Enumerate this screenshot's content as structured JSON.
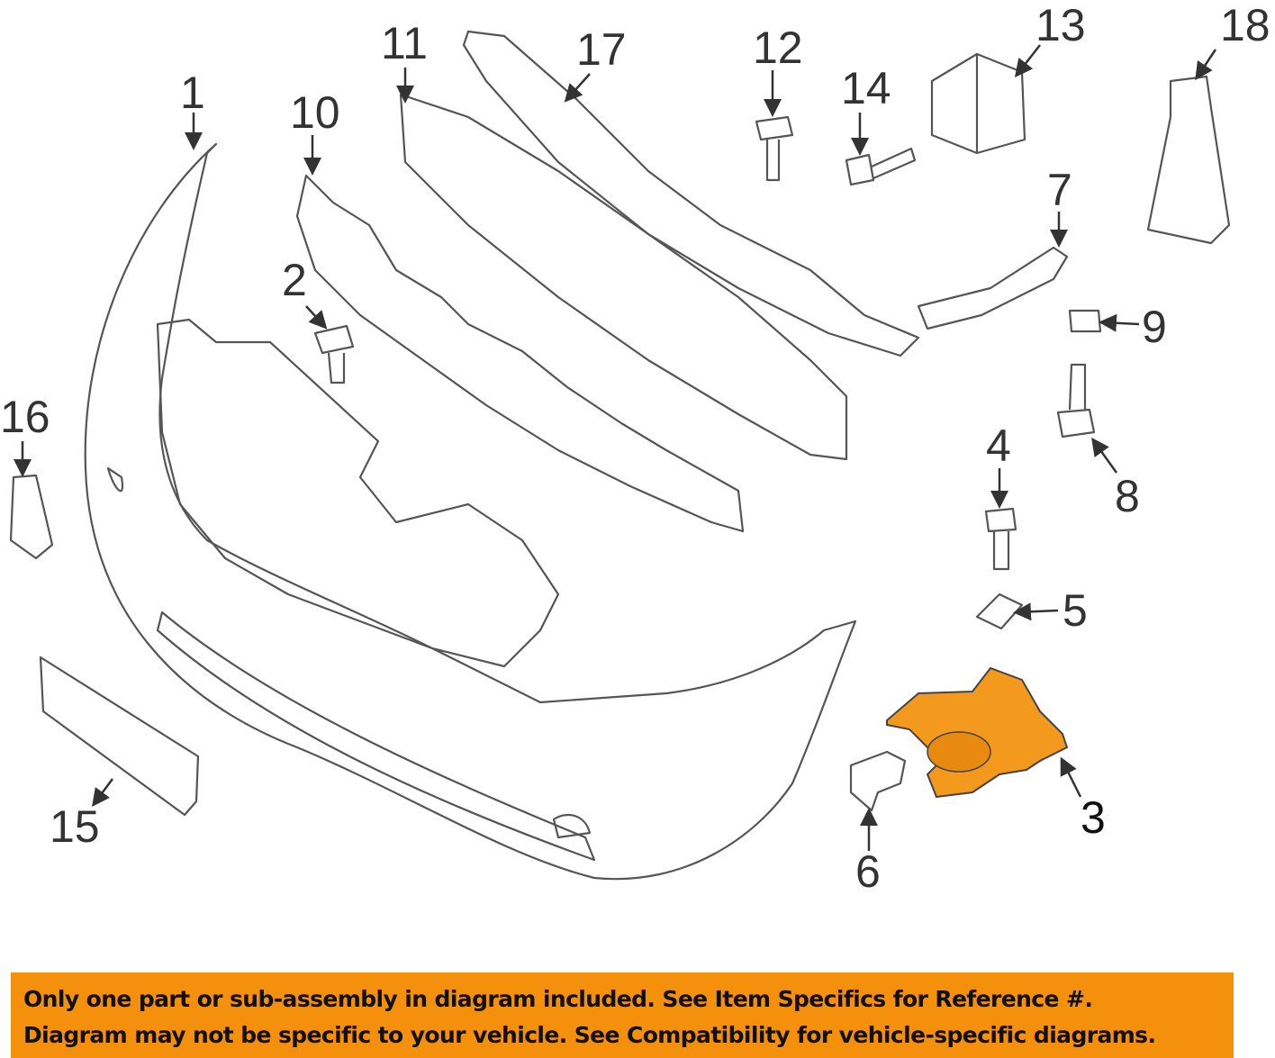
{
  "diagram": {
    "callouts": [
      "1",
      "2",
      "3",
      "4",
      "5",
      "6",
      "7",
      "8",
      "9",
      "10",
      "11",
      "12",
      "13",
      "14",
      "15",
      "16",
      "17",
      "18"
    ],
    "highlighted_part": "3",
    "highlight_color": "#F39A1E"
  },
  "banner": {
    "line1": "Only one part or sub-assembly in diagram included. See Item Specifics for Reference #.",
    "line2": "Diagram may not be specific to your vehicle. See Compatibility for vehicle-specific diagrams.",
    "color": "#F4900C"
  }
}
